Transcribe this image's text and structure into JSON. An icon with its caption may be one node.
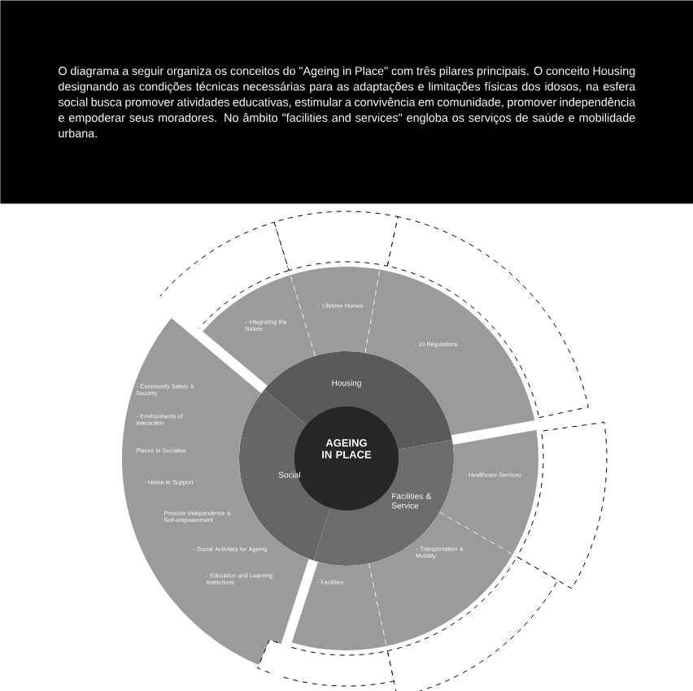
{
  "diagram": {
    "caption": "O diagrama a seguir organiza os conceitos do \"Ageing in Place\" com três pilares principais. O conceito Housing designando as condições técnicas necessárias para as adaptações e limitações físicas dos idosos, na esfera social busca promover atividades educativas, estimular a convivência em comunidade, promover independência e empoderar seus moradores. No âmbito \"facilities and services\" engloba os serviços de saúde e mobilidade urbana.",
    "nodes": [
      {
        "text": [
          "AGEING IN PLACE"
        ]
      },
      {
        "text": [
          "Housing"
        ]
      },
      {
        "text": [
          "Social"
        ]
      },
      {
        "text": [
          "Facilities & Service"
        ]
      },
      {
        "text": [
          "- Integrating the Nature"
        ]
      },
      {
        "text": [
          "- Lifetime Homes"
        ]
      },
      {
        "text": [
          "- 10 Regulations"
        ]
      },
      {
        "text": [
          "- Community Safety & Security",
          "- Environments of Interaction",
          "Places to Socialise",
          "- Home to Support",
          "Promote Independence & Self-empowerment",
          "- Social Activities for Ageing",
          "- Education and Learning Institutions"
        ]
      },
      {
        "text": [
          "- Healthcare Services"
        ]
      },
      {
        "text": [
          "- Transportation & Mobility"
        ]
      },
      {
        "text": [
          "- Facilities"
        ]
      },
      {
        "text": [],
        "shape": "box"
      },
      {
        "text": [],
        "shape": "box"
      },
      {
        "text": [],
        "shape": "box"
      },
      {
        "text": [],
        "shape": "box"
      },
      {
        "text": [],
        "shape": "box"
      },
      {
        "text": [],
        "shape": "box"
      }
    ]
  }
}
